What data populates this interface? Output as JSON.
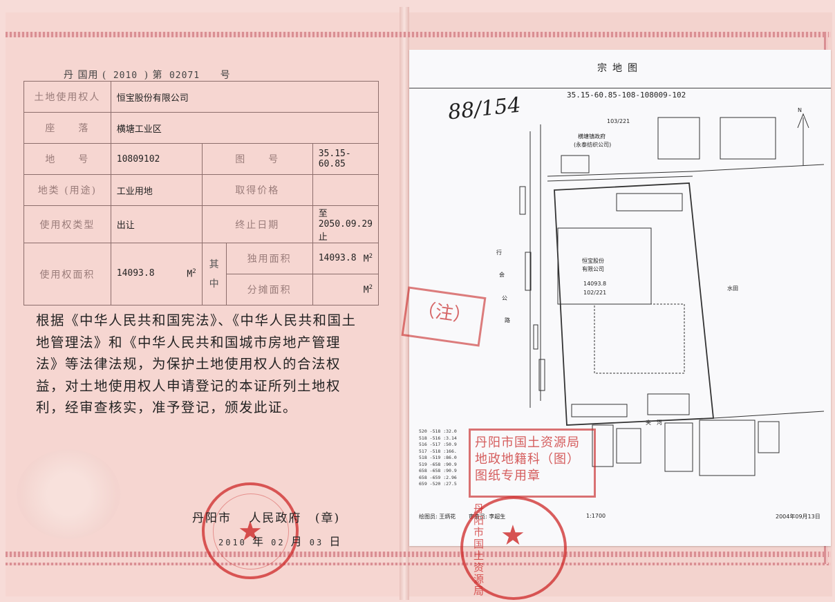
{
  "certificate": {
    "header": {
      "prefix": "丹 国用 (",
      "year": "2010",
      "middle": ") 第",
      "number": "02071",
      "suffix": "号"
    },
    "rows": {
      "holder_label": "土地使用权人",
      "holder_value": "恒宝股份有限公司",
      "location_label": "座　　落",
      "location_value": "横塘工业区",
      "lot_label": "地　　号",
      "lot_value": "10809102",
      "map_no_label": "图　　号",
      "map_no_value": "35.15-60.85",
      "use_label": "地类 (用途)",
      "use_value": "工业用地",
      "price_label": "取得价格",
      "price_value": "",
      "right_type_label": "使用权类型",
      "right_type_value": "出让",
      "end_date_label": "终止日期",
      "end_date_value": "至2050.09.29止",
      "area_label": "使用权面积",
      "area_value": "14093.8",
      "area_unit": "M",
      "of_which_1": "其",
      "of_which_2": "中",
      "exclusive_label": "独用面积",
      "exclusive_value": "14093.8",
      "shared_label": "分摊面积",
      "shared_value": "",
      "unit": "M"
    },
    "statement": "根据《中华人民共和国宪法》、《中华人民共和国土地管理法》和《中华人民共和国城市房地产管理法》等法律法规，为保护土地使用权人的合法权益，对土地使用权人申请登记的本证所列土地权利，经审查核实，准予登记，颁发此证。",
    "authority": {
      "city": "丹阳市",
      "gov": "人民政府",
      "seal_note": "(章)"
    },
    "date": {
      "year": "2010",
      "year_char": "年",
      "month": "02",
      "month_char": "月",
      "day": "03",
      "day_char": "日"
    }
  },
  "site_map": {
    "title": "宗地图",
    "code": "35.15-60.85-108-108009-102",
    "handwriting": "88/154",
    "north_label": "N",
    "neighbor_code": "103/221",
    "neighbor_name": "横塘镇政府",
    "neighbor_note": "(永泰纺织公司)",
    "parcel_name_1": "恒宝股份",
    "parcel_name_2": "有限公司",
    "parcel_area": "14093.8",
    "parcel_code": "102/221",
    "east_label": "水田",
    "road_chars": [
      "行",
      "会",
      "公",
      "路"
    ],
    "south_label": "夹　河",
    "coord_lines": [
      "520 -518 :32.0",
      "518 -516 :3.14",
      "516 -517 :50.9",
      "517 -518 :166.",
      "518 -519 :86.0",
      "519 -658 :90.9",
      "658 -658 :90.9",
      "658 -659 :2.96",
      "659 -520 :27.5"
    ],
    "surveyor": "绘图员: 王炳花",
    "checker": "审查员: 李超生",
    "scale": "1:1700",
    "map_date": "2004年09月13日",
    "stamp_lines": [
      "丹阳市国土资源局",
      "地政地籍科（图）",
      "图纸专用章"
    ],
    "stamp_partial": "（注）"
  },
  "colors": {
    "paper": "#f6d6d1",
    "seal_red": "#cd2828",
    "map_paper": "#f9f9fb"
  }
}
